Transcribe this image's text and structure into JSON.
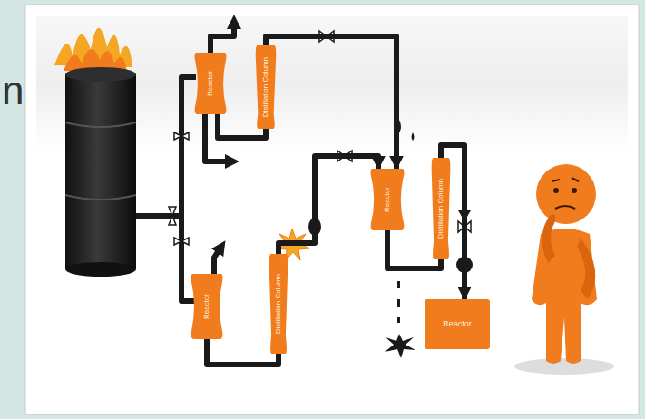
{
  "diagram": {
    "nodes": [
      {
        "text": [
          "Reactor"
        ]
      },
      {
        "text": [
          "Distillation Column"
        ]
      },
      {
        "text": [
          "Reactor"
        ]
      },
      {
        "text": [
          "Distillation Column"
        ]
      },
      {
        "text": [
          "Distillation Column"
        ]
      },
      {
        "text": [
          "Reactor"
        ]
      },
      {
        "text": [
          "Reactor"
        ]
      }
    ],
    "edges": [
      {
        "from": 0,
        "to": 1,
        "arrow": "none"
      },
      {
        "from": 1,
        "to": 2,
        "arrow": "to"
      },
      {
        "from": 5,
        "to": 4,
        "arrow": "none"
      },
      {
        "from": 4,
        "to": 2,
        "arrow": "to"
      },
      {
        "from": 2,
        "to": 3,
        "arrow": "none"
      },
      {
        "from": 3,
        "to": 6,
        "arrow": "to"
      }
    ],
    "labels": [
      "n"
    ]
  }
}
